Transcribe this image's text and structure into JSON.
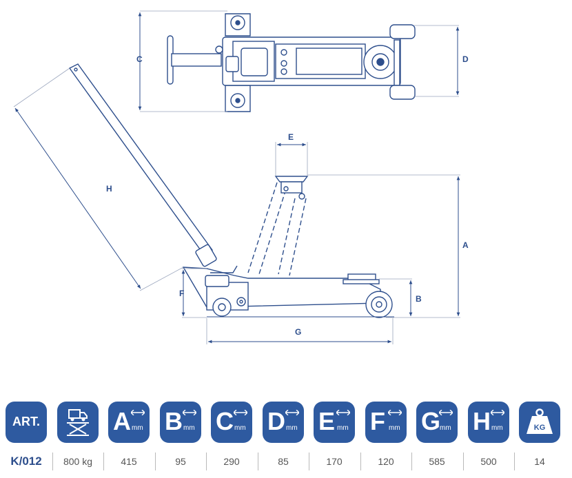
{
  "dimensions": {
    "A": "A",
    "B": "B",
    "C": "C",
    "D": "D",
    "E": "E",
    "F": "F",
    "G": "G",
    "H": "H"
  },
  "header": {
    "art": "ART.",
    "unit": "mm",
    "weight_unit": "KG",
    "letters": [
      "A",
      "B",
      "C",
      "D",
      "E",
      "F",
      "G",
      "H"
    ]
  },
  "row": {
    "code": "K/012",
    "capacity": "800 kg",
    "A": "415",
    "B": "95",
    "C": "290",
    "D": "85",
    "E": "170",
    "F": "120",
    "G": "585",
    "H": "500",
    "weight": "14"
  },
  "colors": {
    "brand": "#2e5aa0",
    "line": "#2d4e8c",
    "dim": "#9aa5bd"
  }
}
